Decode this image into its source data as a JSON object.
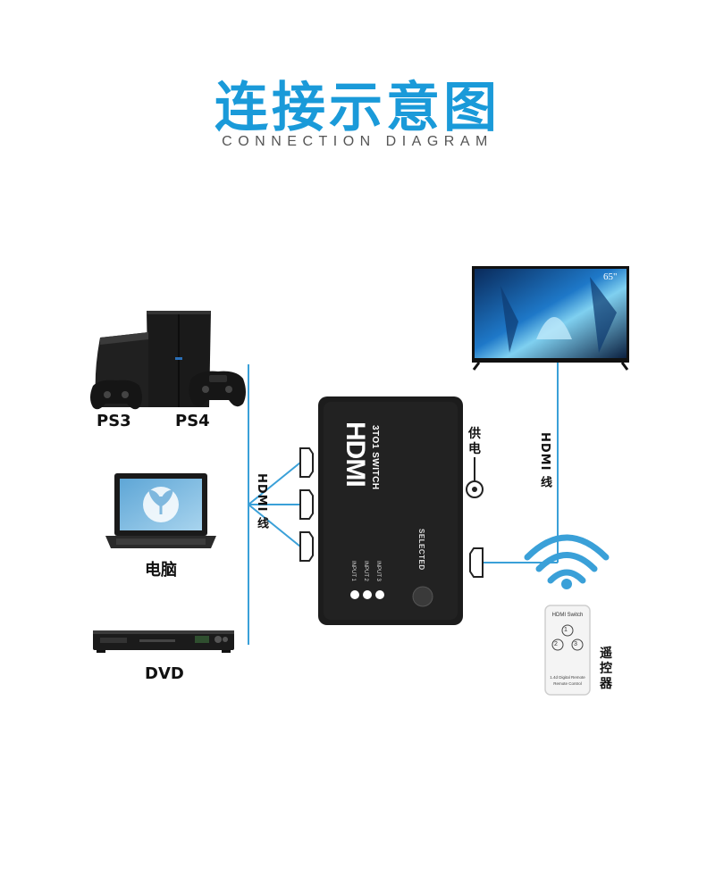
{
  "header": {
    "title": "连接示意图",
    "subtitle": "CONNECTION DIAGRAM"
  },
  "devices": {
    "ps3": "PS3",
    "ps4": "PS4",
    "laptop": "电脑",
    "dvd": "DVD"
  },
  "cables": {
    "left_label": "HDMI 线",
    "right_label": "HDMI 线"
  },
  "tv": {
    "size_badge": "65\""
  },
  "switch": {
    "logo": "HDMI",
    "model": "3TO1 SWITCH",
    "inputs": [
      "INPUT 1",
      "INPUT 2",
      "INPUT 3"
    ],
    "select_label": "SELECTED"
  },
  "power": {
    "label": "供电"
  },
  "remote": {
    "title": "HDMI Switch",
    "buttons": [
      "1",
      "2",
      "3"
    ],
    "footer_line1": "1.4d Digital Remote",
    "footer_line2": "Remote Control",
    "label": "遥控器"
  },
  "colors": {
    "accent_blue": "#1a9ad9",
    "wire_blue": "#3aa0d8",
    "subtitle_grey": "#555555",
    "switch_body": "#1c1c1c"
  }
}
